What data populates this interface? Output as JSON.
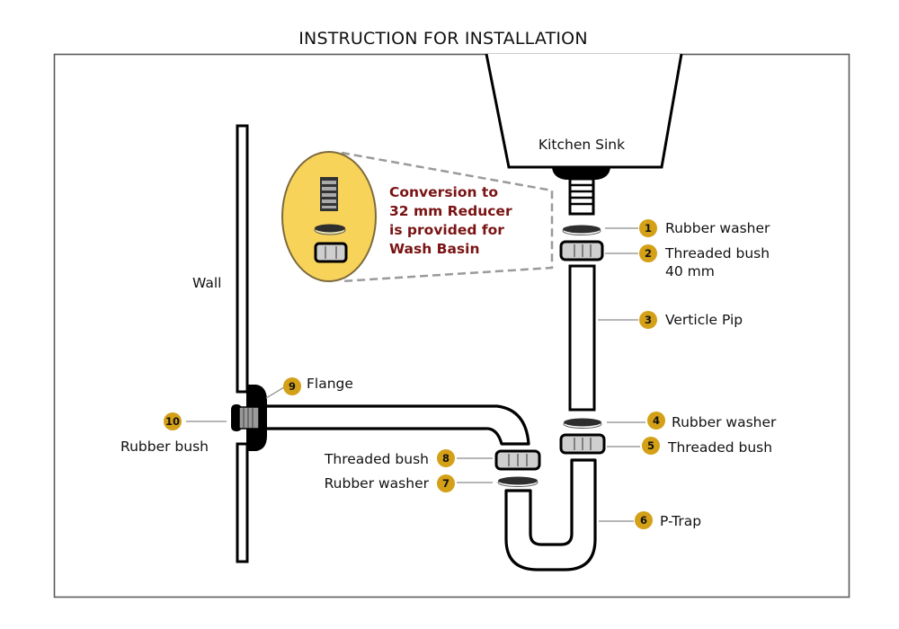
{
  "title": "INSTRUCTION FOR INSTALLATION",
  "labels": {
    "sink": "Kitchen Sink",
    "wall": "Wall"
  },
  "callout": {
    "lines": [
      "Conversion to",
      "32 mm Reducer",
      "is provided for",
      "Wash Basin"
    ]
  },
  "parts": [
    {
      "number": "1",
      "name": "Rubber washer",
      "extra": ""
    },
    {
      "number": "2",
      "name": "Threaded bush",
      "extra": "40 mm"
    },
    {
      "number": "3",
      "name": "Verticle Pip",
      "extra": ""
    },
    {
      "number": "4",
      "name": "Rubber washer",
      "extra": ""
    },
    {
      "number": "5",
      "name": "Threaded bush",
      "extra": ""
    },
    {
      "number": "6",
      "name": "P-Trap",
      "extra": ""
    },
    {
      "number": "7",
      "name": "Rubber washer",
      "extra": ""
    },
    {
      "number": "8",
      "name": "Threaded bush",
      "extra": ""
    },
    {
      "number": "9",
      "name": "Flange",
      "extra": ""
    },
    {
      "number": "10",
      "name": "Rubber bush",
      "extra": ""
    }
  ],
  "colors": {
    "badge": "#d4a017",
    "callout_fill": "#f7d35a",
    "callout_text": "#7a1414",
    "bush_fill": "#cfcfcf",
    "washer_dark": "#2e2e2e"
  }
}
